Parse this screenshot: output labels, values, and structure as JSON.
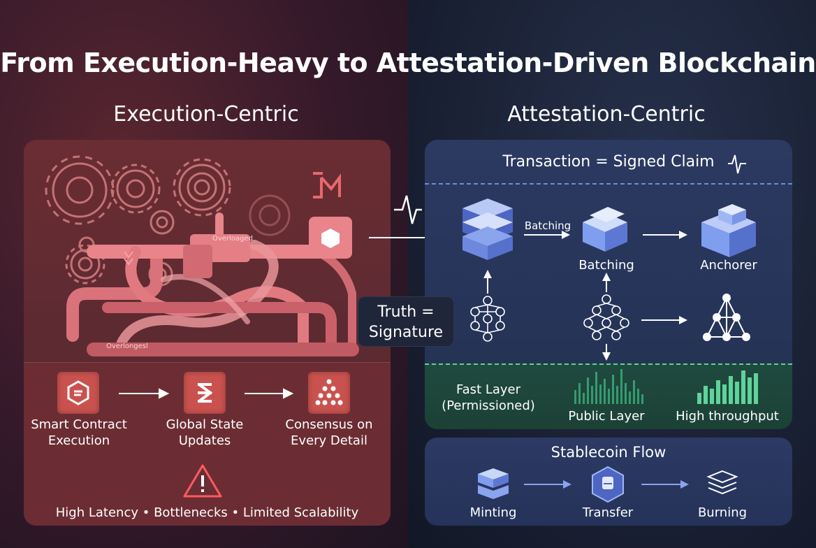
{
  "title": "From Execution-Heavy to Attestation-Driven Blockchain",
  "left": {
    "heading": "Execution-Centric",
    "overload_labels": [
      "Overloaged",
      "Overlongesl"
    ],
    "steps": [
      {
        "label": "Smart Contract Execution",
        "icon": "contract-icon"
      },
      {
        "label": "Global State Updates",
        "icon": "state-icon"
      },
      {
        "label": "Consensus on Every Detail",
        "icon": "consensus-icon"
      }
    ],
    "warning": "High Latency • Bottlenecks • Limited Scalability"
  },
  "right": {
    "heading": "Attestation-Centric",
    "claim": "Transaction = Signed Claim",
    "batching_arrow": "Batching",
    "batching": "Batching",
    "anchorer": "Anchorer",
    "truth": "Truth = Signature",
    "fast_layer": "Fast Layer (Permissioned)",
    "public_layer": "Public Layer",
    "high_throughput": "High throughput"
  },
  "stablecoin": {
    "heading": "Stablecoin Flow",
    "minting": "Minting",
    "transfer": "Transfer",
    "burning": "Burning"
  },
  "colors": {
    "red_accent": "#c9524f",
    "pipe": "#e8848a",
    "blue_accent": "#7f9ef0",
    "green_accent": "#5fd39a"
  }
}
